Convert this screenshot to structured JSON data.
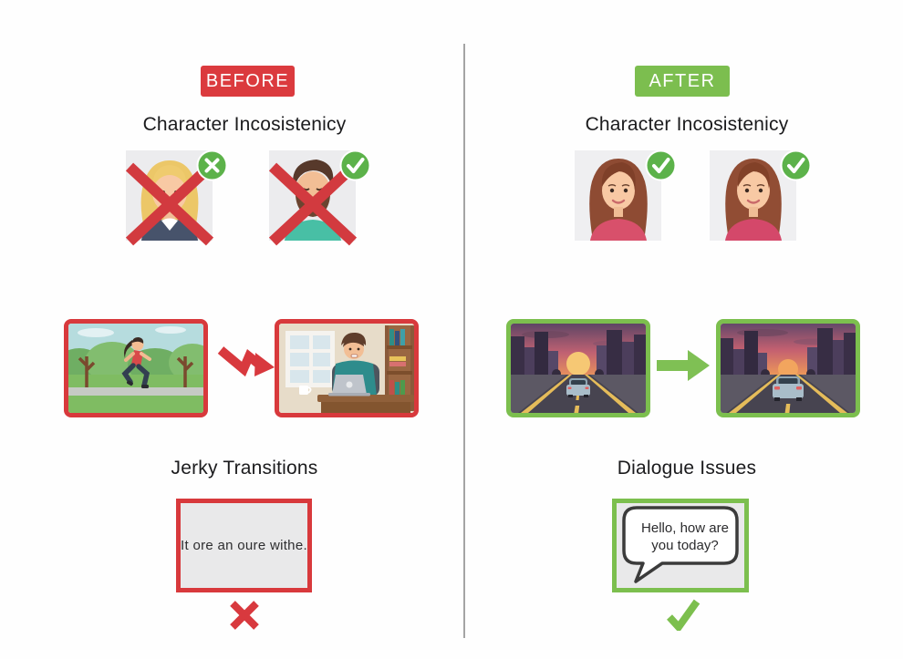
{
  "meta": {
    "description": "Before/After comparison infographic of AI video generation issues",
    "colors": {
      "red_accent": "#DB3A3E",
      "green_accent": "#7CBE4F",
      "badge_icon_green": "#5CB24A",
      "heading_text": "#1B1B1D",
      "box_fill": "#E9E9EA",
      "divider_gray": "#A4A4A4",
      "bubble_border": "#3B3B3B"
    }
  },
  "before": {
    "badge_label": "BEFORE",
    "consistency_title": "Character Incosistenicy",
    "portraits": [
      {
        "description": "blonde-woman-portrait",
        "overlay_icon": "red-x-overlay-icon",
        "corner_icon": "x-circle-icon"
      },
      {
        "description": "bearded-man-portrait",
        "overlay_icon": "red-x-overlay-icon",
        "corner_icon": "check-circle-icon"
      }
    ],
    "frames": [
      {
        "description": "woman-jogging-in-park-scene"
      },
      {
        "description": "man-working-at-desk-scene"
      }
    ],
    "arrow_icon": "zigzag-arrow-icon",
    "bottom_title": "Jerky Transitions",
    "box_text": "It ore an oure withe.",
    "verdict_icon": "red-x-icon"
  },
  "after": {
    "badge_label": "AFTER",
    "consistency_title": "Character Incosistenicy",
    "portraits": [
      {
        "description": "auburn-woman-portrait",
        "corner_icon": "check-circle-icon"
      },
      {
        "description": "auburn-woman-portrait",
        "corner_icon": "check-circle-icon"
      }
    ],
    "frames": [
      {
        "description": "car-driving-toward-sunset-city-scene"
      },
      {
        "description": "car-driving-toward-sunset-city-closer-scene"
      }
    ],
    "arrow_icon": "straight-arrow-icon",
    "bottom_title": "Dialogue Issues",
    "box_text": "Hello, how are you today?",
    "verdict_icon": "green-check-icon"
  }
}
